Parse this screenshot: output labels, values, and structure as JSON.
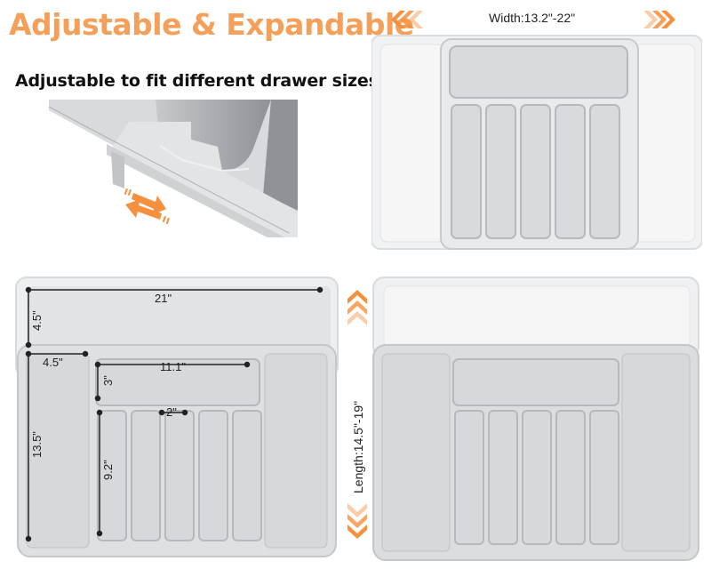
{
  "header": {
    "title": "Adjustable & Expandable",
    "subtitle": "Adjustable to fit different drawer sizes",
    "accent_color": "#f5a05a"
  },
  "panels": {
    "closeup": {
      "description": "Close-up of sliding extension joint",
      "icon": "bidirectional-arrows-icon"
    },
    "width_view": {
      "label": "Width:13.2\"-22\"",
      "left_icon": "chevrons-left-icon",
      "right_icon": "chevrons-right-icon"
    },
    "dimensions_view": {
      "dims": {
        "top_width": "21\"",
        "top_depth": "4.5\"",
        "side_width": "4.5\"",
        "side_length": "13.5\"",
        "center_width": "11.1\"",
        "center_depth": "3\"",
        "slot_width": "2\"",
        "slot_length": "9.2\""
      }
    },
    "length_view": {
      "label": "Length:14.5\"-19\"",
      "top_icon": "chevrons-up-icon",
      "bottom_icon": "chevrons-down-icon"
    }
  },
  "colors": {
    "tray_outer": "#e9eaec",
    "tray_inner": "#d5d7da",
    "tray_edge": "#c4c6c9",
    "arrow_orange": "#f5903e"
  }
}
